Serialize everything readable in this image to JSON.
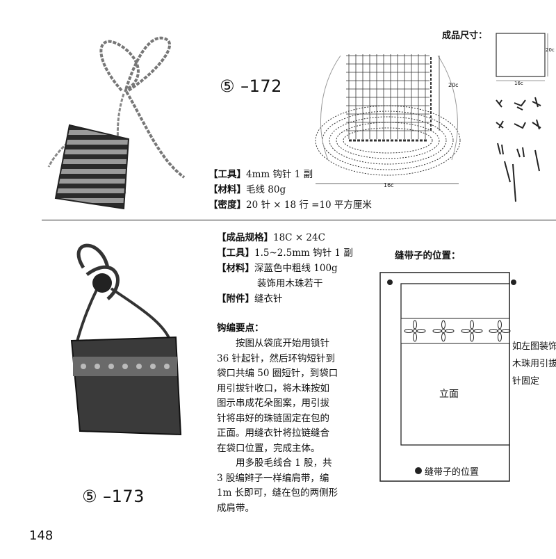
{
  "page_number": "148",
  "project1": {
    "code": "⑤ –172",
    "size_label": "成品尺寸：",
    "chart_labels": {
      "height": "20c",
      "width": "16c",
      "schematic_width": "16c",
      "schematic_height": "20c"
    },
    "specs": [
      {
        "key": "【工具】",
        "value": "4mm 钩针 1 副"
      },
      {
        "key": "【材料】",
        "value": "毛线 80g"
      },
      {
        "key": "【密度】",
        "value": "20 针 × 18 行 =10 平方厘米"
      }
    ]
  },
  "project2": {
    "code": "⑤ –173",
    "specs": [
      {
        "key": "【成品规格】",
        "value": "18C × 24C"
      },
      {
        "key": "【工具】",
        "value": "1.5~2.5mm 钩针 1 副"
      },
      {
        "key": "【材料】",
        "value": "深蓝色中粗线 100g"
      },
      {
        "key": "",
        "value": "装饰用木珠若干"
      },
      {
        "key": "【附件】",
        "value": "缝衣针"
      }
    ],
    "steps_title": "钩编要点：",
    "steps": [
      "　　按图从袋底开始用锁针",
      "36 针起针，然后环钩短针到",
      "袋口共编 50 圈短针，到袋口",
      "用引拔针收口，将木珠按如",
      "图示串成花朵图案，用引拔",
      "针将串好的珠链固定在包的",
      "正面。用缝衣针将拉链缝合",
      "在袋口位置，完成主体。",
      "　　用多股毛线合 1 股，共",
      "3 股编辫子一样编肩带，编",
      "1m 长即可，缝在包的两侧形",
      "成肩带。"
    ],
    "diagram": {
      "title": "缝带子的位置：",
      "front_label": "立面",
      "legend": "缝带子的位置",
      "side_note": [
        "如左图装饰",
        "木珠用引拔",
        "针固定"
      ]
    }
  }
}
